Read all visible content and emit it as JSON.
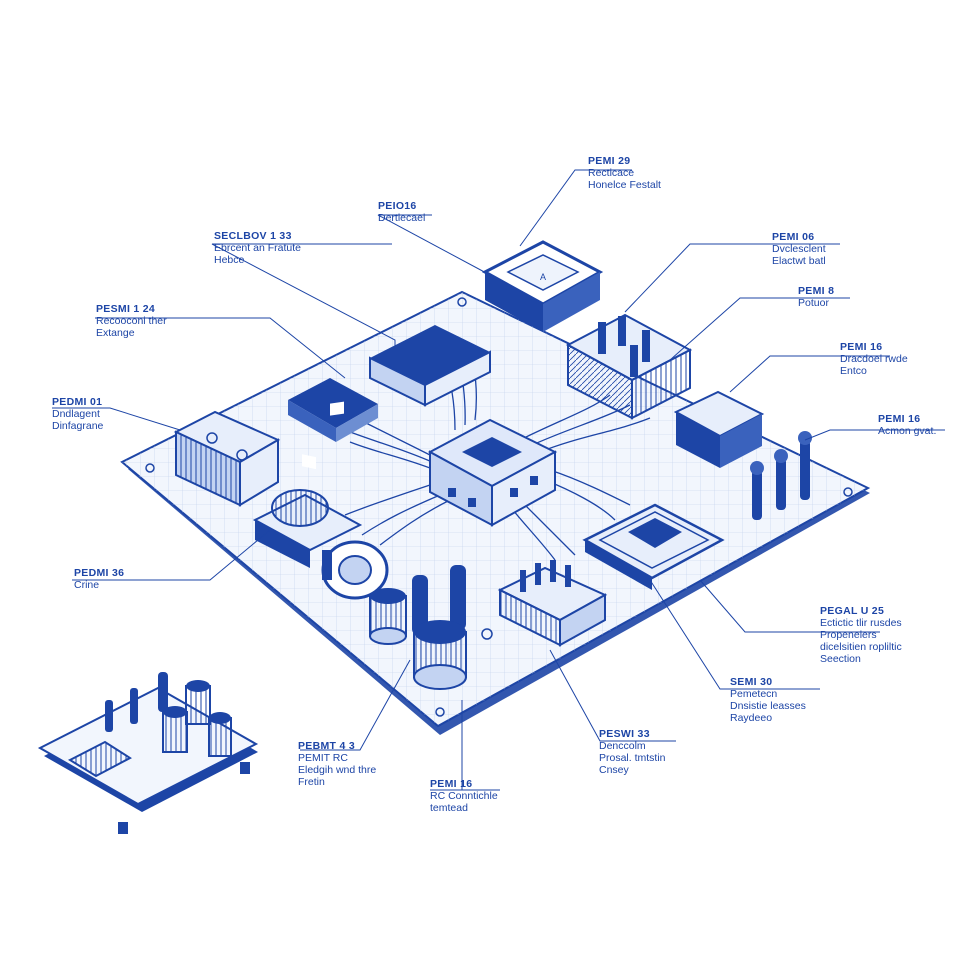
{
  "colors": {
    "ink": "#1d45a6",
    "ink_dark": "#102f7e",
    "paper": "#ffffff",
    "fill_light": "#e7eefb",
    "fill_mid": "#c3d3f2"
  },
  "callouts": [
    {
      "id": "c1",
      "title": "PEMI 29",
      "lines": [
        "Recticace",
        "Honelce Festalt"
      ]
    },
    {
      "id": "c2",
      "title": "PEIO16",
      "lines": [
        "Dertlecael"
      ]
    },
    {
      "id": "c3",
      "title": "SECLBOV 1 33",
      "lines": [
        "Ebrcent an Fratute",
        "Hebce"
      ]
    },
    {
      "id": "c4",
      "title": "PEMI 06",
      "lines": [
        "Dvclesclent",
        "Elactwt batl"
      ]
    },
    {
      "id": "c5",
      "title": "PEMI 8",
      "lines": [
        "Potuor"
      ]
    },
    {
      "id": "c6",
      "title": "PESMI 1 24",
      "lines": [
        "Recooconi ther",
        "Extange"
      ]
    },
    {
      "id": "c7",
      "title": "PEMI 16",
      "lines": [
        "Dracdoel rwde",
        "Entco"
      ]
    },
    {
      "id": "c8",
      "title": "PEDMI 01",
      "lines": [
        "Dndlagent",
        "Dinfagrane"
      ]
    },
    {
      "id": "c9",
      "title": "PEMI 16",
      "lines": [
        "Acmon gvat."
      ]
    },
    {
      "id": "c10",
      "title": "PEDMI 36",
      "lines": [
        "Crine"
      ]
    },
    {
      "id": "c11",
      "title": "PEGAL U 25",
      "lines": [
        "Ectictic tlir rusdes",
        "Propenelers",
        "dicelsitien ropliltic",
        "Seection"
      ]
    },
    {
      "id": "c12",
      "title": "SEMI 30",
      "lines": [
        "Pemetecn",
        "Dnsistie leasses",
        "Raydeeo"
      ]
    },
    {
      "id": "c13",
      "title": "PESWI 33",
      "lines": [
        "Denccolm",
        "Prosal. tmtstin",
        "Cnsey"
      ]
    },
    {
      "id": "c14",
      "title": "PEBMT 4 3",
      "lines": [
        "PEMIT RC",
        "Eledgih wnd thre",
        "Fretin"
      ]
    },
    {
      "id": "c15",
      "title": "PEMI 16",
      "lines": [
        "RC  Conntichle",
        "temtead"
      ]
    }
  ]
}
